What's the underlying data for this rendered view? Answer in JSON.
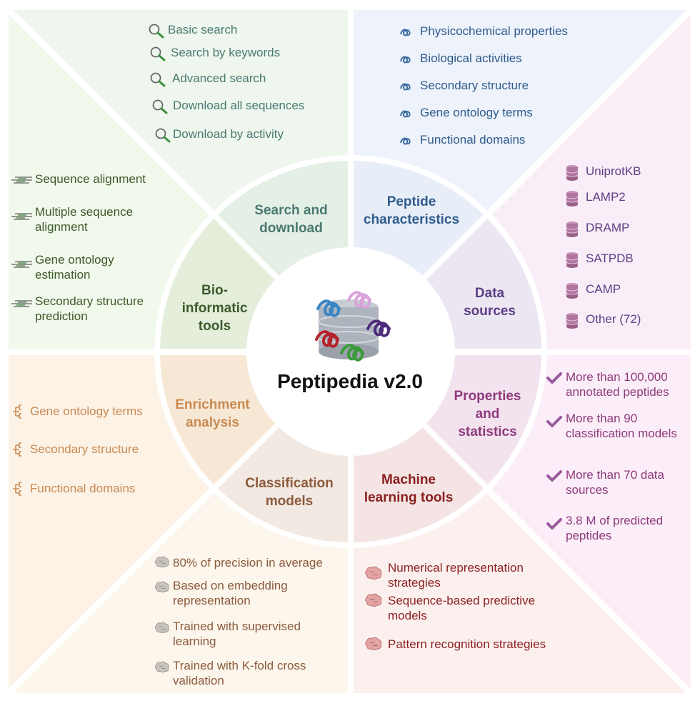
{
  "center": {
    "title": "Peptipedia v2.0"
  },
  "segments": {
    "search": {
      "label": [
        "Search and",
        "download"
      ],
      "color": "#4a7a72"
    },
    "peptide": {
      "label": [
        "Peptide",
        "characteristics"
      ],
      "color": "#2f5b8c"
    },
    "data": {
      "label": [
        "Data",
        "sources"
      ],
      "color": "#5b3f85"
    },
    "props": {
      "label": [
        "Properties",
        "and",
        "statistics"
      ],
      "color": "#8e3a7c"
    },
    "ml": {
      "label": [
        "Machine",
        "learning tools"
      ],
      "color": "#8b1f1f"
    },
    "class": {
      "label": [
        "Classification",
        "models"
      ],
      "color": "#8c5a3c"
    },
    "enrich": {
      "label": [
        "Enrichment",
        "analysis"
      ],
      "color": "#c98a52"
    },
    "bio": {
      "label": [
        "Bio-",
        "informatic",
        "tools"
      ],
      "color": "#3d5a2a"
    }
  },
  "lists": {
    "search": [
      "Basic search",
      "Search by keywords",
      "Advanced search",
      "Download all sequences",
      "Download by activity"
    ],
    "peptide": [
      "Physicochemical properties",
      "Biological activities",
      "Secondary structure",
      "Gene ontology terms",
      "Functional domains"
    ],
    "data": [
      "UniprotKB",
      "LAMP2",
      "DRAMP",
      "SATPDB",
      "CAMP",
      "Other (72)"
    ],
    "props": [
      "More than 100,000 annotated peptides",
      "More than 90 classification models",
      "More than 70 data sources",
      "3.8 M of predicted peptides"
    ],
    "ml": [
      "Numerical representation strategies",
      "Sequence-based predictive models",
      "Pattern recognition strategies"
    ],
    "class": [
      "80% of precision in average",
      "Based on embedding representation",
      "Trained with supervised learning",
      "Trained with K-fold cross validation"
    ],
    "enrich": [
      "Gene ontology terms",
      "Secondary structure",
      "Functional domains"
    ],
    "bio": [
      "Sequence alignment",
      "Multiple sequence alignment",
      "Gene ontology estimation",
      "Secondary structure prediction"
    ]
  },
  "icons": {
    "search": "magnifier-icon",
    "peptide": "peptide-coil-icon",
    "data": "database-icon",
    "props": "check-icon",
    "ml": "brain-icon",
    "class": "brain-icon",
    "enrich": "tree-icon",
    "bio": "alignment-icon"
  },
  "colors": {
    "search_text": "#4a7a72",
    "peptide_text": "#2f5b8c",
    "data_text": "#5b3f85",
    "props_text": "#8e3a7c",
    "ml_text": "#8b1f1f",
    "class_text": "#8c5a3c",
    "enrich_text": "#c98a52",
    "bio_text": "#3d5a2a"
  }
}
